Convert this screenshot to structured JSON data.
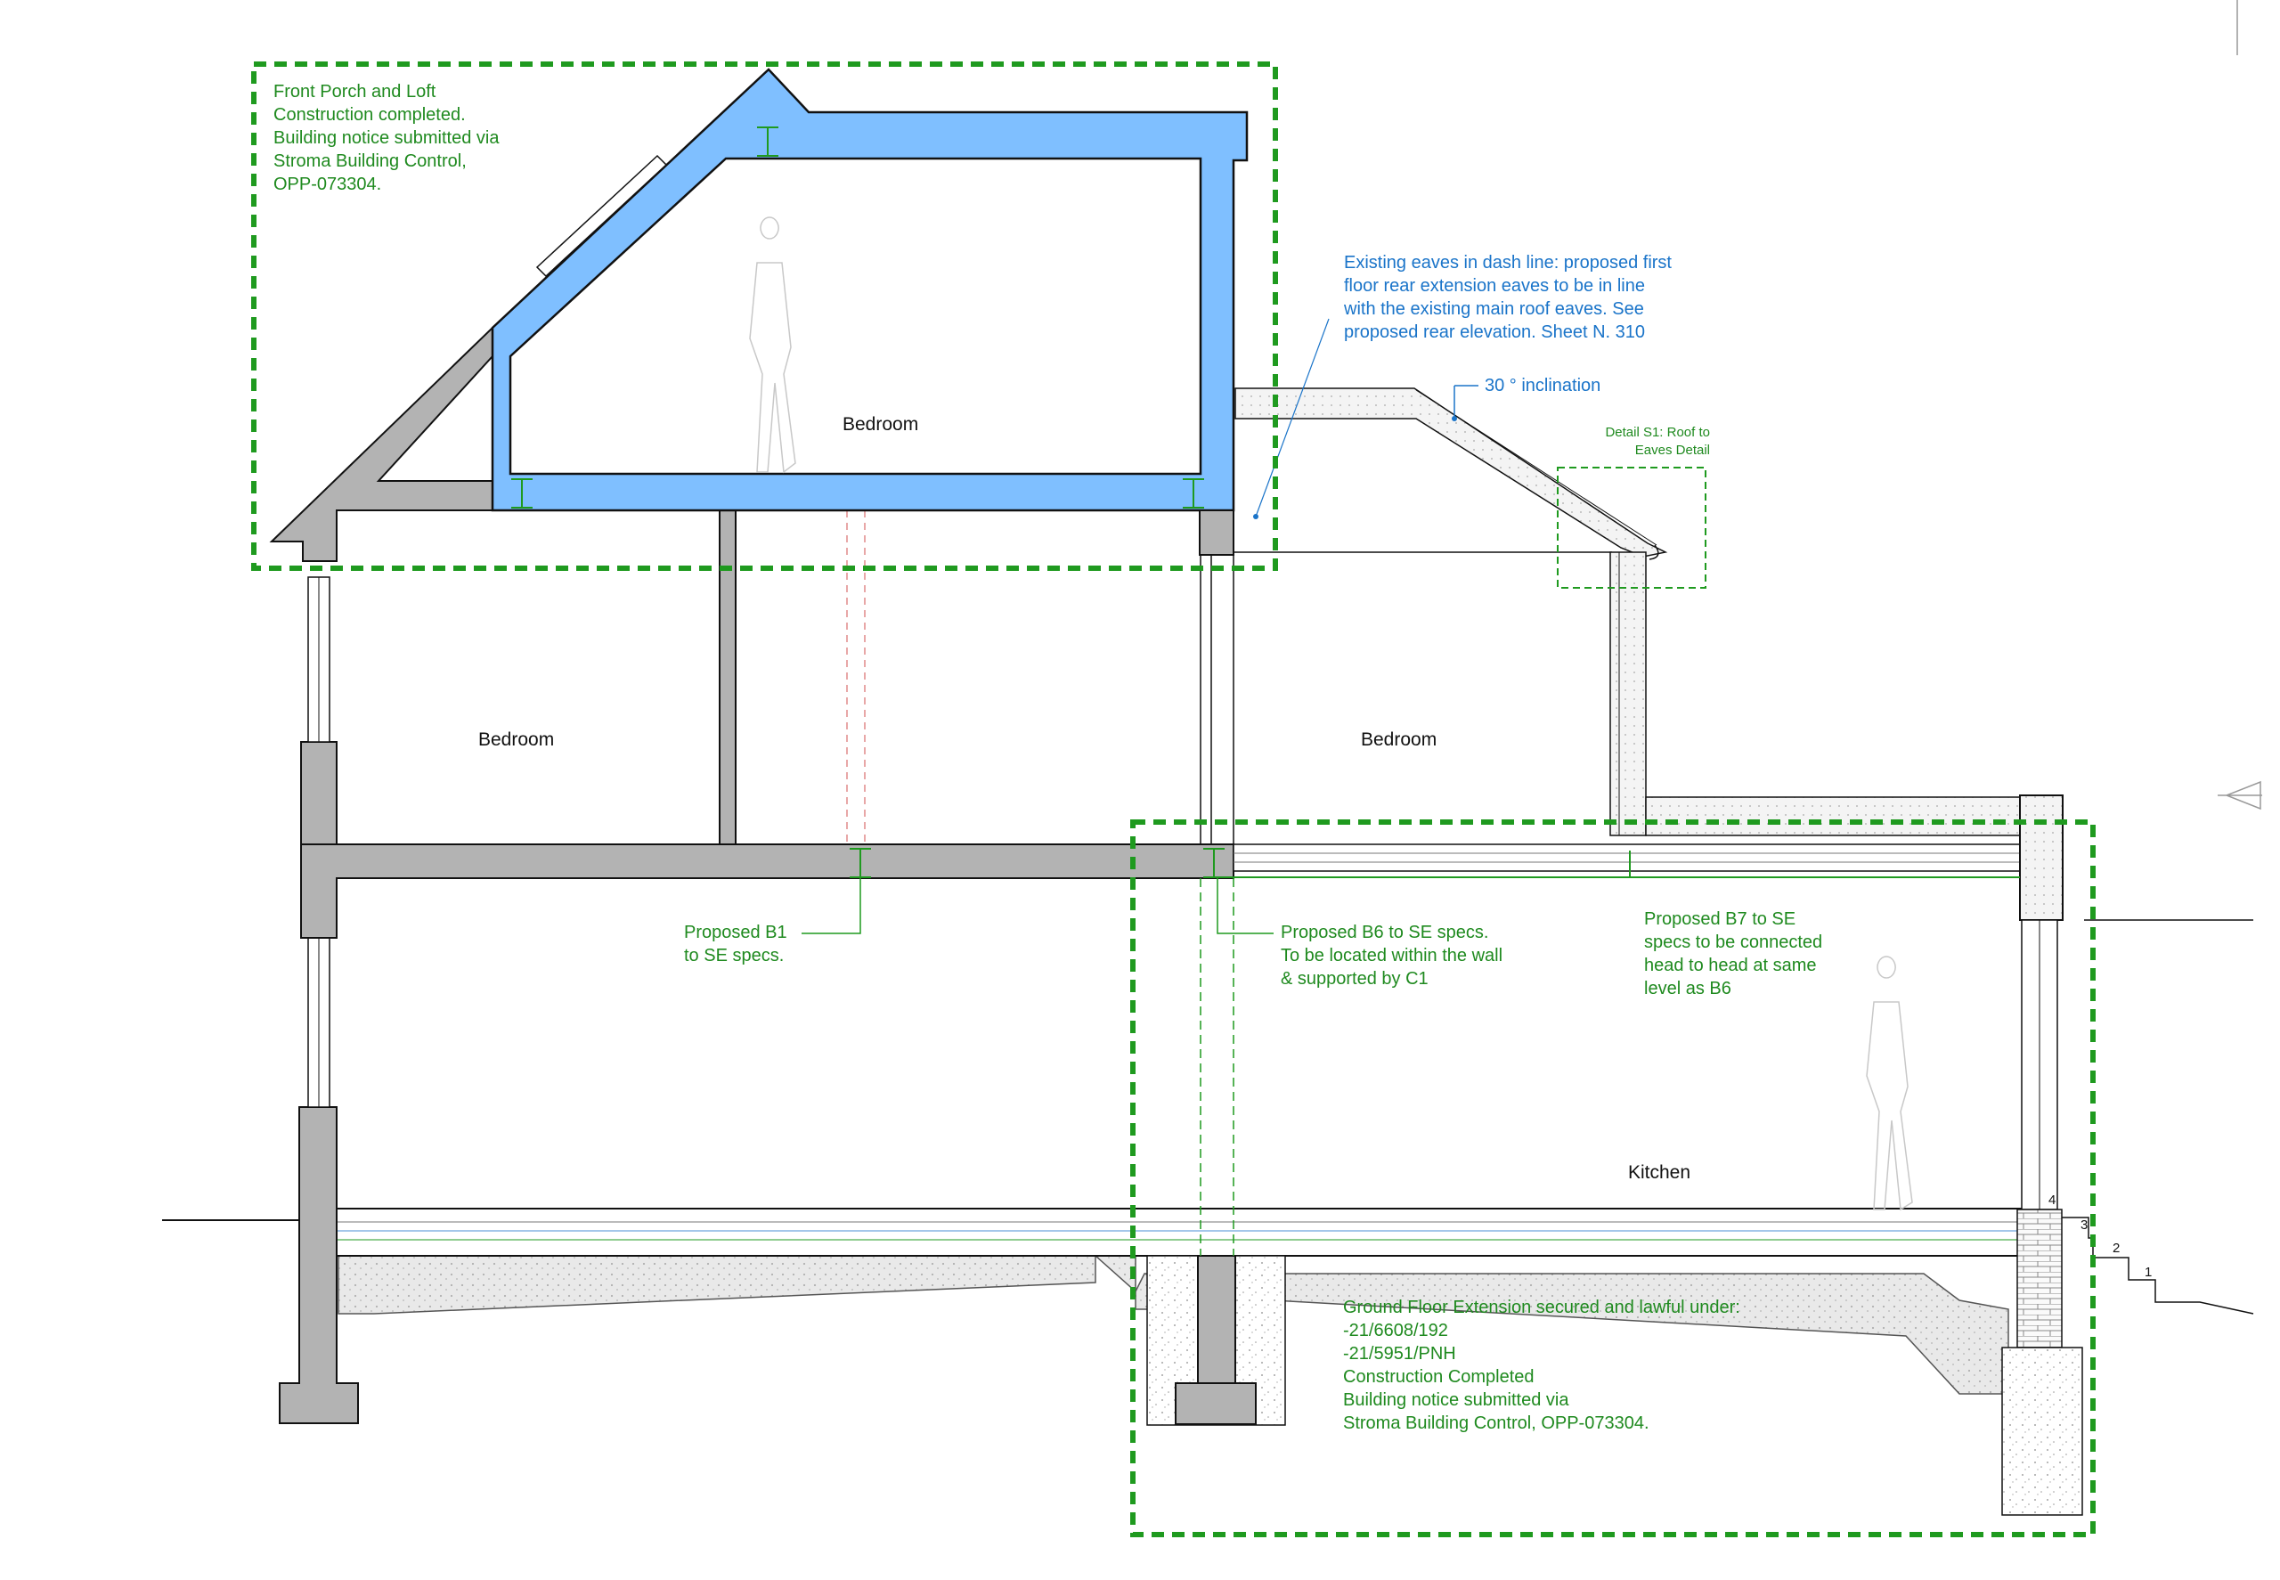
{
  "rooms": {
    "loft_bedroom": "Bedroom",
    "first_floor_left": "Bedroom",
    "first_floor_right": "Bedroom",
    "kitchen": "Kitchen"
  },
  "notes": {
    "loft": [
      "Front Porch and Loft",
      "Construction completed.",
      "Building notice submitted via",
      "Stroma Building Control,",
      "OPP-073304."
    ],
    "eaves": [
      "Existing eaves in dash line: proposed first",
      "floor rear extension eaves to be in line",
      "with the existing main roof eaves. See",
      "proposed rear elevation. Sheet N. 310"
    ],
    "inclination": "30 ° inclination",
    "detail_s1": [
      "Detail S1: Roof to",
      "Eaves Detail"
    ],
    "b1": [
      "Proposed B1",
      "to SE specs."
    ],
    "b6": [
      "Proposed B6 to SE specs.",
      "To be located within the wall",
      "& supported by C1"
    ],
    "b7": [
      "Proposed B7 to SE",
      "specs to be connected",
      "head to head at same",
      "level as B6"
    ],
    "ground_floor": [
      "Ground Floor Extension secured and lawful under:",
      "-21/6608/192",
      "-21/5951/PNH",
      "Construction Completed",
      "Building notice submitted via",
      "Stroma Building Control, OPP-073304."
    ]
  },
  "steps": [
    "4",
    "3",
    "2",
    "1"
  ],
  "colors": {
    "zone_outline": "#1f9a1f",
    "note_green": "#1f8a1f",
    "note_blue": "#1a74c9",
    "loft_fill": "#7fbfff",
    "structure_fill": "#b3b3b3",
    "line": "#111111"
  }
}
